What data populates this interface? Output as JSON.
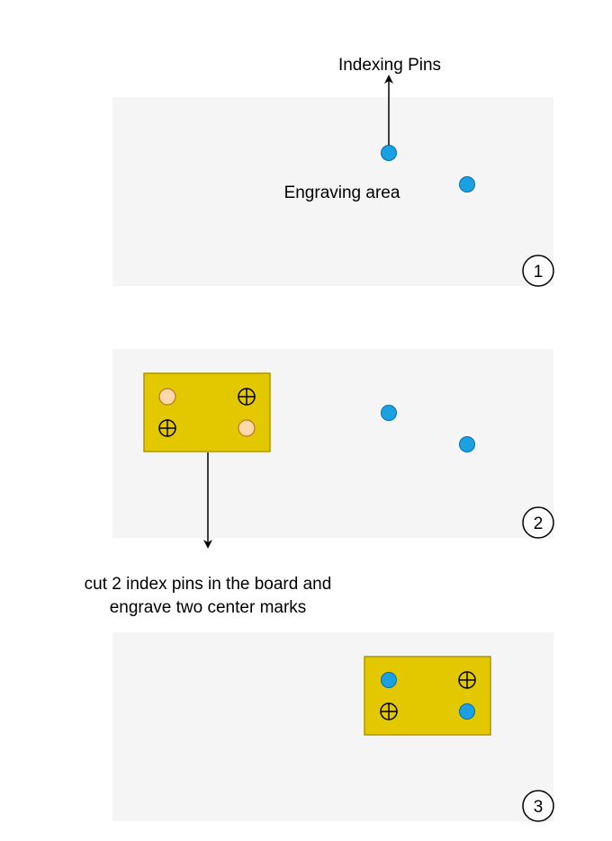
{
  "labels": {
    "indexing_pins": "Indexing Pins",
    "engraving_area": "Engraving area",
    "cut_line_1": "cut 2 index pins in the board and",
    "cut_line_2": "engrave two center marks"
  },
  "steps": [
    "1",
    "2",
    "3"
  ],
  "colors": {
    "panel": "#f5f5f5",
    "pin": "#1ba1e2",
    "pin_stroke": "#006eaf",
    "board": "#e3c800",
    "board_stroke": "#b09500",
    "hole": "#ffd9a8",
    "hole_stroke": "#c0702a",
    "ink": "#000000"
  },
  "icons": {
    "center_mark": "circle-plus-icon",
    "index_pin": "filled-circle-icon",
    "index_hole": "filled-circle-icon"
  }
}
